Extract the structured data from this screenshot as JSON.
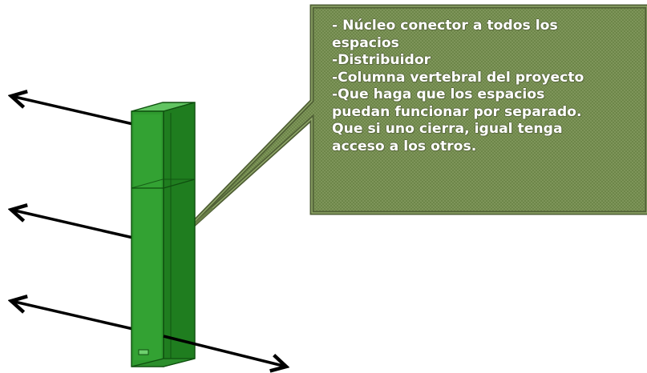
{
  "callout": {
    "lines": [
      "- Núcleo conector a todos los",
      "espacios",
      "-Distribuidor",
      "-Columna vertebral del proyecto",
      "-Que haga que los espacios",
      "puedan funcionar por separado.",
      "Que si uno cierra, igual tenga",
      "acceso a los otros."
    ]
  },
  "colors": {
    "column_fill": "#2f9a2f",
    "column_edge": "#0f4f0f",
    "callout_fill": "#748c4e",
    "callout_border": "#4f5f35",
    "arrow": "#000000",
    "text": "#ffffff"
  },
  "arrows": {
    "count": 4
  }
}
